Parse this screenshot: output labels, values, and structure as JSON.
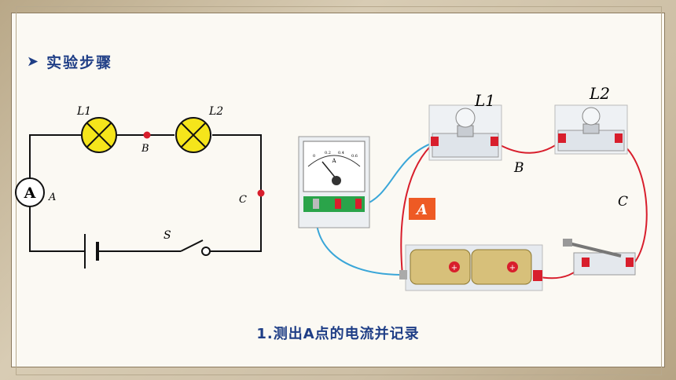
{
  "slide": {
    "heading": "实验步骤",
    "bullet_icon": "triangle-bullet-icon",
    "caption": "1.测出A点的电流并记录"
  },
  "schematic": {
    "lamp1": "L1",
    "lamp2": "L2",
    "point_b": "B",
    "point_c": "C",
    "point_a": "A",
    "ammeter": "A",
    "switch": "S"
  },
  "apparatus": {
    "lamp1": "L1",
    "lamp2": "L2",
    "label_b": "B",
    "label_c": "C",
    "badge": "A",
    "meter_unit": "A",
    "meter_ticks": [
      "0",
      "0.2",
      "0.4",
      "0.6"
    ]
  },
  "colors": {
    "accent_text": "#1f3e86",
    "wire_red": "#d81e2c",
    "wire_blue": "#3aa6d8",
    "lamp_yellow": "#f5e51b",
    "badge_orange": "#ee5a24"
  }
}
